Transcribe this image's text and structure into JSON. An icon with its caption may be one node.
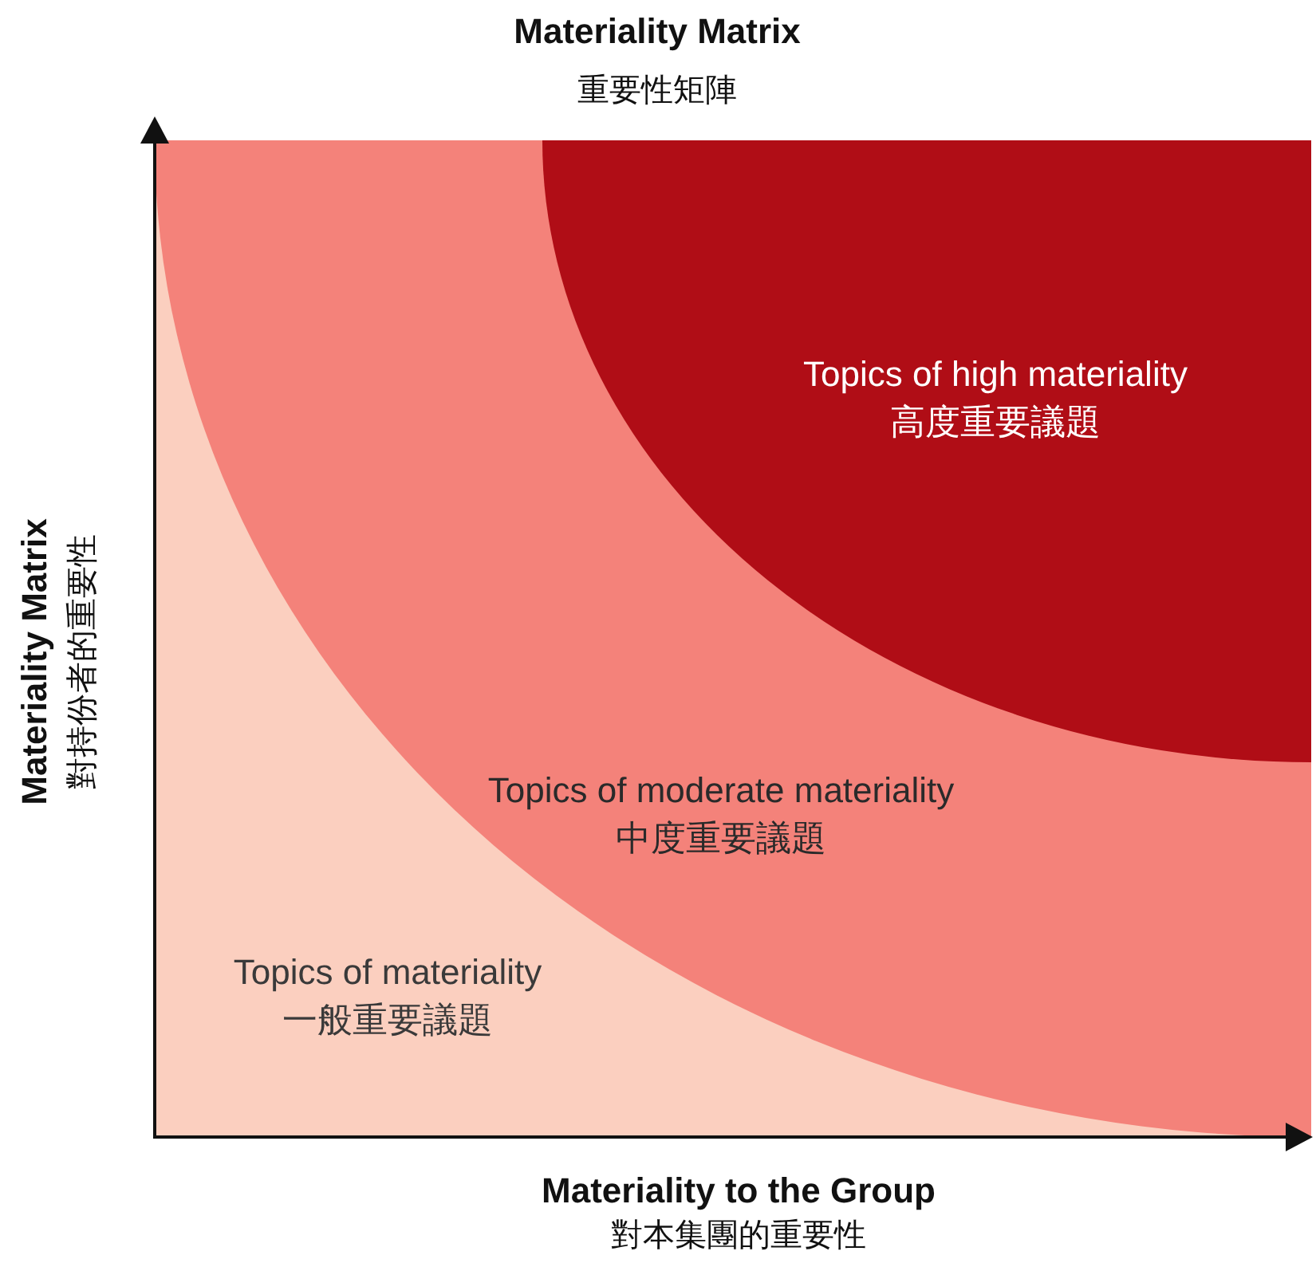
{
  "diagram": {
    "title": "Materiality Matrix",
    "nodes": [
      {
        "text": [
          "Topics of materiality",
          "一般重要議題"
        ]
      },
      {
        "text": [
          "Topics of moderate materiality",
          "中度重要議題"
        ],
        "in": 0
      },
      {
        "text": [
          "Topics of high materiality",
          "高度重要議題"
        ],
        "in": 1
      }
    ],
    "labels": [
      "重要性矩陣",
      "Materiality Matrix",
      "對持份者的重要性",
      "Materiality to the Group",
      "對本集團的重要性"
    ]
  }
}
